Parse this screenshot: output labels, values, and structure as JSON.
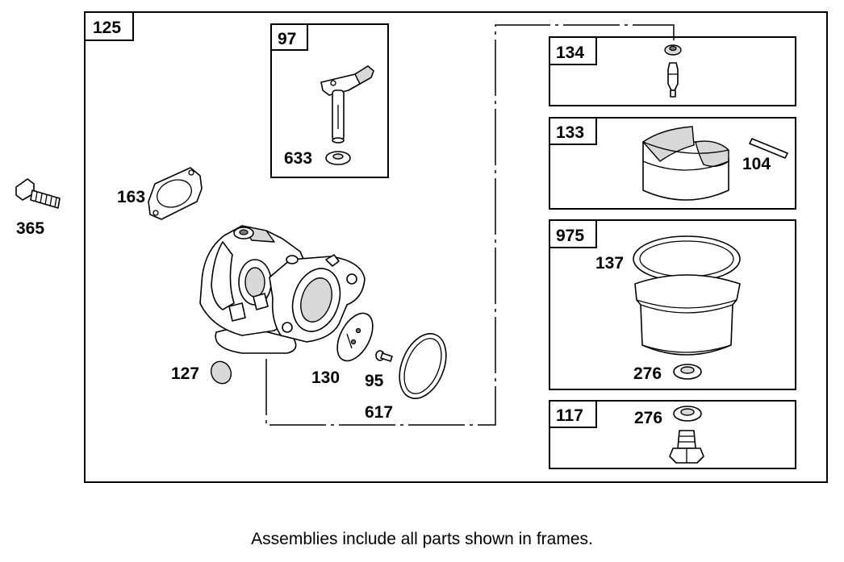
{
  "frames": {
    "main": "125",
    "f97": "97",
    "f134": "134",
    "f133": "133",
    "f975": "975",
    "f117": "117"
  },
  "callouts": {
    "p365": "365",
    "p163": "163",
    "p633": "633",
    "p127": "127",
    "p130": "130",
    "p95": "95",
    "p617": "617",
    "p104": "104",
    "p137": "137",
    "p276a": "276",
    "p276b": "276"
  },
  "footnote": "Assemblies include all parts shown in frames."
}
